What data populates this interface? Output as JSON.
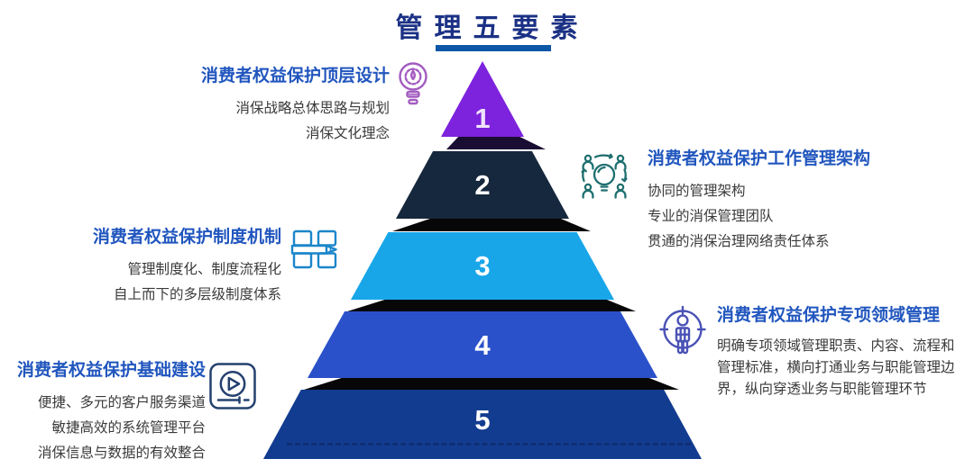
{
  "title": {
    "text": "管理五要素"
  },
  "pyramid": {
    "levels": [
      {
        "num": "1",
        "color": "#7D22DD"
      },
      {
        "num": "2",
        "color": "#16283D"
      },
      {
        "num": "3",
        "color": "#18A6E9"
      },
      {
        "num": "4",
        "color": "#2A51CA"
      },
      {
        "num": "5",
        "color": "#123C90"
      }
    ],
    "shadows": [
      "#1A0D33",
      "#070707",
      "#070707",
      "#070707"
    ]
  },
  "sections": {
    "top_left": {
      "title": "消费者权益保护顶层设计",
      "lines": [
        "消保战略总体思路与规划",
        "消保文化理念"
      ],
      "icon": "idea-lightbulb-gear-icon"
    },
    "mid_left": {
      "title": "消费者权益保护制度机制",
      "lines": [
        "管理制度化、制度流程化",
        "自上而下的多层级制度体系"
      ],
      "icon": "book-pencil-icon"
    },
    "bottom_left": {
      "title": "消费者权益保护基础建设",
      "lines": [
        "便捷、多元的客户服务渠道",
        "敏捷高效的系统管理平台",
        "消保信息与数据的有效整合"
      ],
      "icon": "video-player-icon"
    },
    "top_right": {
      "title": "消费者权益保护工作管理架构",
      "lines": [
        "协同的管理架构",
        "专业的消保管理团队",
        "贯通的消保治理网络责任体系"
      ],
      "icon": "team-brainstorm-icon"
    },
    "bottom_right": {
      "title": "消费者权益保护专项领域管理",
      "lines": [
        "明确专项领域管理职责、内容、流程和",
        "管理标准，横向打通业务与职能管理边",
        "界，纵向穿透业务与职能管理环节"
      ],
      "icon": "target-person-icon"
    }
  },
  "colors": {
    "title_text": "#1B3185",
    "title_underline": "#0C57A6",
    "section_title": "#2156BE",
    "body_text": "#3A3A3A",
    "icon_idea": "#A35CC0",
    "icon_team": "#1F6F6F",
    "icon_book": "#1B86CB",
    "icon_target": "#4A52B5",
    "icon_video": "#24406F"
  }
}
